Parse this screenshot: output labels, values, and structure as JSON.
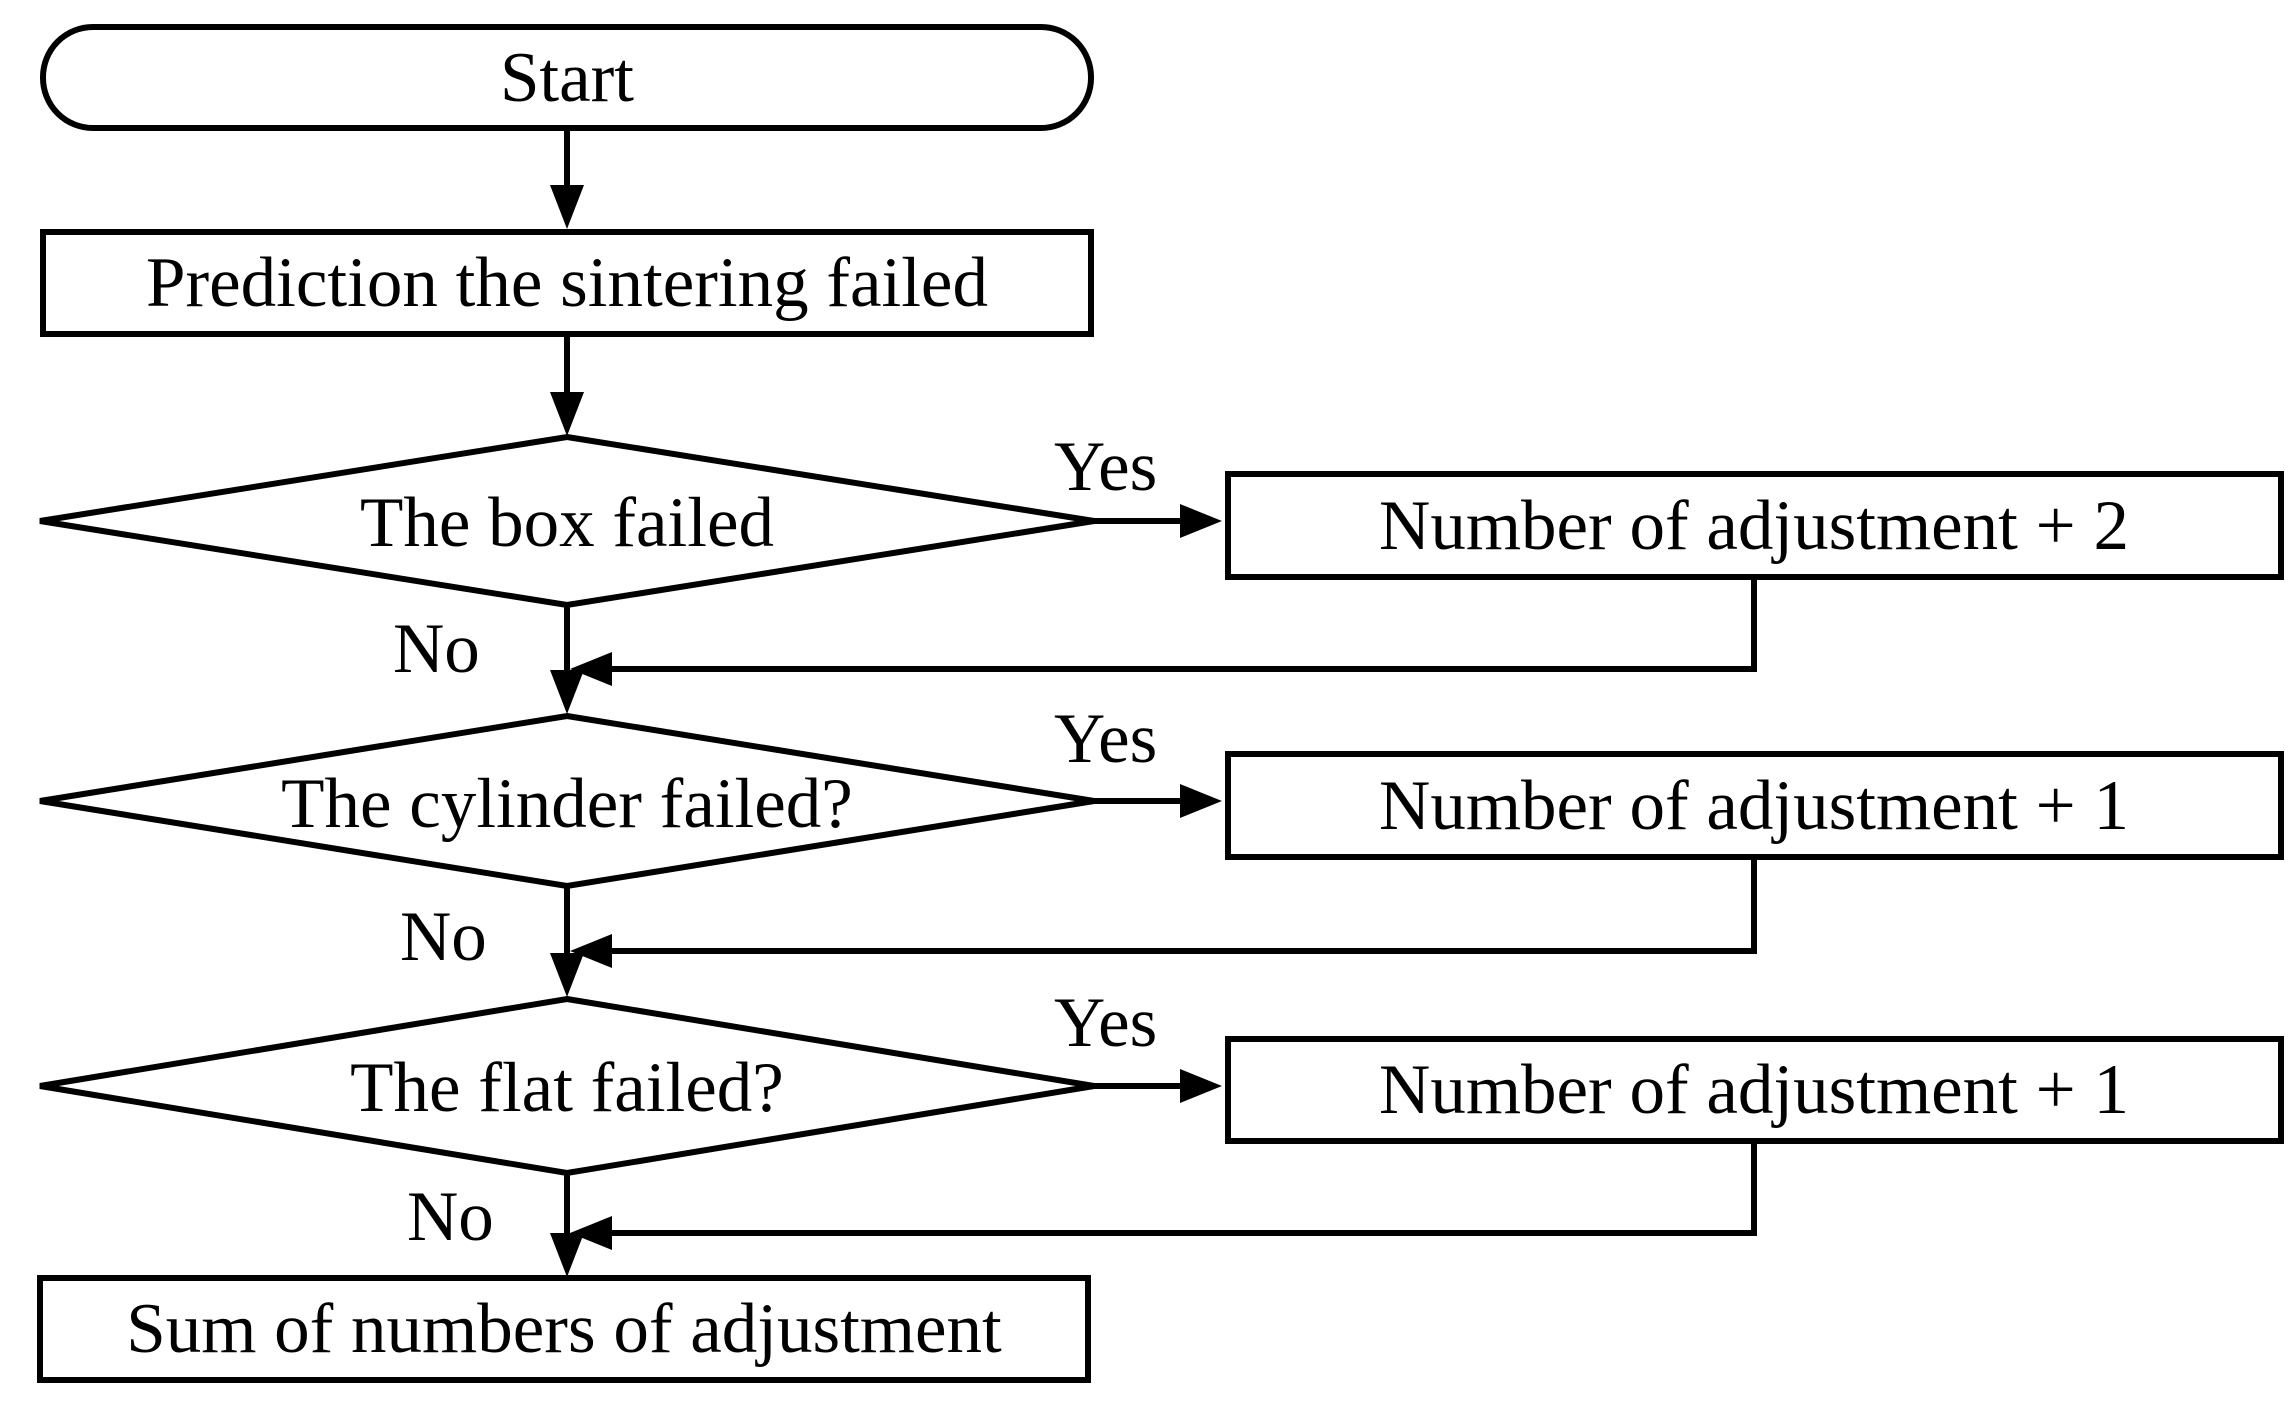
{
  "diagram": {
    "start": "Start",
    "predict": "Prediction the sintering failed",
    "decisions": [
      {
        "question": "The box failed",
        "yes_label": "Yes",
        "no_label": "No",
        "action": "Number of adjustment + 2"
      },
      {
        "question": "The cylinder failed?",
        "yes_label": "Yes",
        "no_label": "No",
        "action": "Number of adjustment + 1"
      },
      {
        "question": "The flat failed?",
        "yes_label": "Yes",
        "no_label": "No",
        "action": "Number of adjustment + 1"
      }
    ],
    "end": "Sum of numbers of adjustment"
  }
}
